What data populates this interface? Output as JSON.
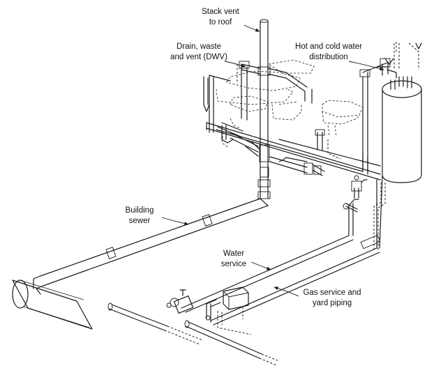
{
  "labels": {
    "stack_vent": [
      "Stack vent",
      "to roof"
    ],
    "dwv": [
      "Drain, waste",
      "and vent (DWV)"
    ],
    "hot_cold": [
      "Hot and cold water",
      "distribution"
    ],
    "building_sewer": [
      "Building",
      "sewer"
    ],
    "water_service": [
      "Water",
      "service"
    ],
    "gas_service": [
      "Gas service and",
      "yard piping"
    ]
  }
}
